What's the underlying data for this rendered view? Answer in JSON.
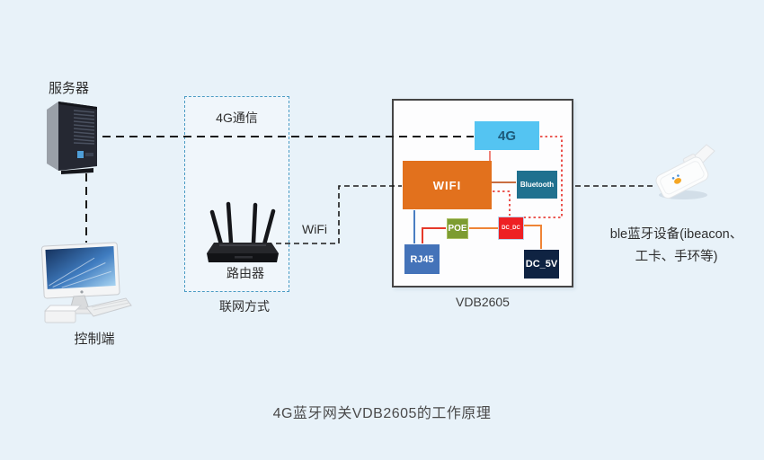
{
  "page": {
    "background_color": "#e8f2f9",
    "caption": "4G蓝牙网关VDB2605的工作原理"
  },
  "left_column": {
    "server_label": "服务器",
    "controller_label": "控制端"
  },
  "network_box": {
    "title": "联网方式",
    "option_4g": "4G通信",
    "router_label": "路由器",
    "wifi_label": "WiFi",
    "border_color": "#4a9bc4"
  },
  "gateway": {
    "caption": "VDB2605",
    "blocks": {
      "g4": {
        "label": "4G",
        "color": "#54c4f2"
      },
      "wifi": {
        "label": "WIFI",
        "color": "#e2711d"
      },
      "bluetooth": {
        "label": "Bluetooth",
        "color": "#20718f"
      },
      "poe": {
        "label": "POE",
        "color": "#7d9c31"
      },
      "dc_dc": {
        "label": "DC_DC",
        "color": "#ee2024"
      },
      "rj45": {
        "label": "RJ45",
        "color": "#4473b9"
      },
      "dc_5v": {
        "label": "DC_5V",
        "color": "#0f2342"
      }
    },
    "line_colors": {
      "dashed_black": "#1a1a1a",
      "dotted_red": "#e5261f",
      "solid_orange": "#ef8436",
      "solid_red": "#e6392a",
      "solid_salmon": "#f0837a",
      "solid_blue": "#4a7ec2",
      "solid_brown": "#c96f41"
    }
  },
  "ble_device": {
    "label_line1": "ble蓝牙设备(ibeacon、",
    "label_line2": "工卡、手环等)"
  }
}
